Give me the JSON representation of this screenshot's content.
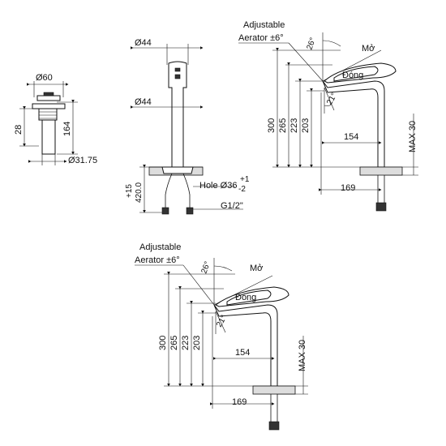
{
  "drain": {
    "dia_top": "Ø60",
    "height_a": "28",
    "height_b": "164",
    "dia_bottom": "Ø31.75"
  },
  "side_view": {
    "dia_top": "Ø44",
    "dia_mid": "Ø44",
    "plus15": "+15",
    "base_height": "420.0",
    "hole_main": "Hole Ø36",
    "hole_plus": "+1",
    "hole_minus": "-2",
    "thread": "G1/2\""
  },
  "profile_top": {
    "adjustable": "Adjustable",
    "aerator": "Aerator ±6°",
    "angle_top": "26°",
    "open_label": "Mở",
    "close_label": "Đóng",
    "angle_bottom": "21°",
    "h300": "300",
    "h265": "265",
    "h223": "223",
    "h203": "203",
    "reach154": "154",
    "max30": "MAX 30",
    "reach169": "169"
  },
  "profile_bottom": {
    "adjustable": "Adjustable",
    "aerator": "Aerator ±6°",
    "angle_top": "26°",
    "open_label": "Mở",
    "close_label": "Đóng",
    "angle_bottom": "21°",
    "h300": "300",
    "h265": "265",
    "h223": "223",
    "h203": "203",
    "reach154": "154",
    "max30": "MAX 30",
    "reach169": "169"
  }
}
